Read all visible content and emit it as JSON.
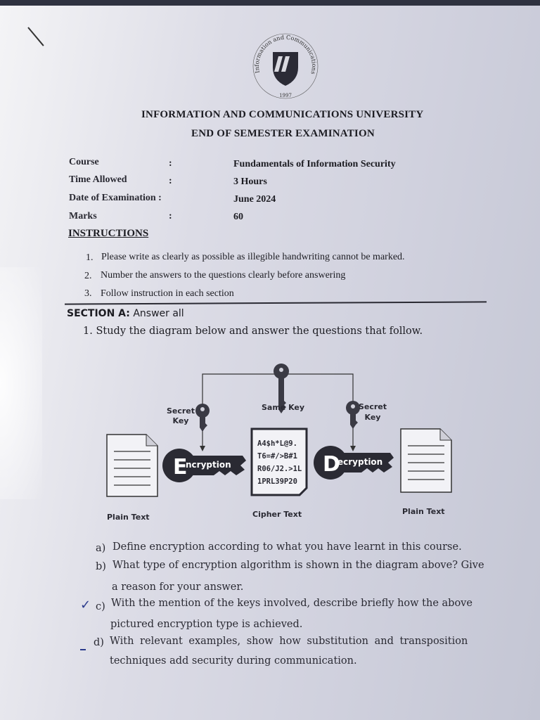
{
  "header": {
    "logo_arc_text": "Information and Communications University",
    "logo_year": "1997",
    "university": "INFORMATION AND COMMUNICATIONS UNIVERSITY",
    "exam_title": "END OF SEMESTER EXAMINATION"
  },
  "details": [
    {
      "label": "Course",
      "colon": ":",
      "value": "Fundamentals of Information Security"
    },
    {
      "label": "Time Allowed",
      "colon": ":",
      "value": "3 Hours"
    },
    {
      "label": "Date of Examination :",
      "colon": "",
      "value": "June 2024"
    },
    {
      "label": "Marks",
      "colon": ":",
      "value": "60"
    }
  ],
  "instructions": {
    "title": "INSTRUCTIONS",
    "items": [
      {
        "num": "1.",
        "text": "Please write as clearly as possible as illegible handwriting cannot be marked."
      },
      {
        "num": "2.",
        "text": "Number the answers to the questions clearly before answering"
      },
      {
        "num": "3.",
        "text": "Follow instruction in each section"
      }
    ]
  },
  "section_a": {
    "title": "SECTION A:",
    "subtitle": "Answer all",
    "question": "1.  Study the diagram below and answer the questions that follow."
  },
  "diagram": {
    "same_key": "Same Key",
    "secret_key_left": [
      "Secret",
      "Key"
    ],
    "secret_key_right": [
      "Secret",
      "Key"
    ],
    "encryption_letter": "E",
    "encryption_rest": "ncryption",
    "decryption_letter": "D",
    "decryption_rest": "ecryption",
    "cipher_lines": [
      "A4$h*L@9.",
      "T6=#/>B#1",
      "R06/J2.>1L",
      "1PRL39P20"
    ],
    "plain_text_left": "Plain Text",
    "cipher_text": "Cipher Text",
    "plain_text_right": "Plain Text"
  },
  "sub_questions": [
    {
      "label": "a)",
      "lines": [
        "Define encryption according to what you have learnt in this course."
      ]
    },
    {
      "label": "b)",
      "lines": [
        "What type of encryption algorithm is shown in the diagram above? Give",
        "a reason for your answer."
      ]
    },
    {
      "label": "c)",
      "lines": [
        "With the mention of the keys involved, describe briefly how the above",
        "pictured encryption type is achieved."
      ]
    },
    {
      "label": "d)",
      "lines": [
        "With relevant examples, show how substitution and transposition",
        "techniques add security during communication."
      ]
    }
  ]
}
